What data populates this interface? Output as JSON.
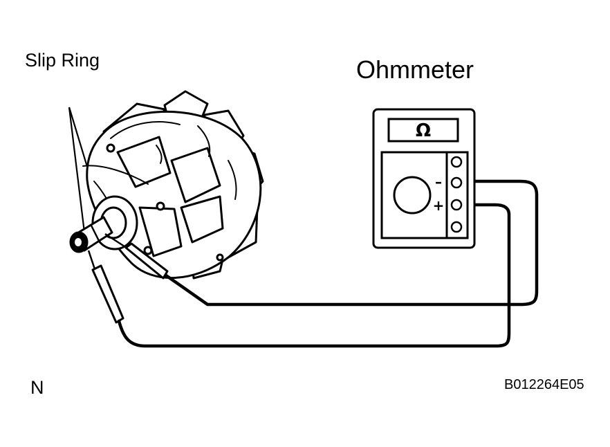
{
  "labels": {
    "slip_ring": "Slip Ring",
    "ohmmeter": "Ohmmeter",
    "orientation": "N",
    "figure_code": "B012264E05"
  },
  "meter": {
    "display_symbol": "Ω",
    "terminal_minus": "–",
    "terminal_plus": "+"
  },
  "colors": {
    "ink": "#000000",
    "background": "#ffffff"
  }
}
